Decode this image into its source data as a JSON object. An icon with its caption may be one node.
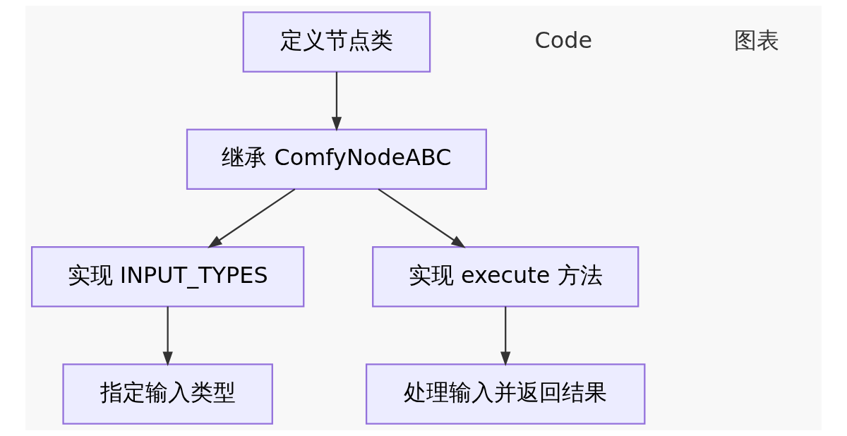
{
  "diagram": {
    "nodes": [
      {
        "text": [
          "定义节点类"
        ]
      },
      {
        "text": [
          "继承 ComfyNodeABC"
        ]
      },
      {
        "text": [
          "实现 INPUT_TYPES"
        ]
      },
      {
        "text": [
          "实现 execute 方法"
        ]
      },
      {
        "text": [
          "指定输入类型"
        ]
      },
      {
        "text": [
          "处理输入并返回结果"
        ]
      }
    ],
    "edges": [
      {
        "from": 0,
        "to": 1,
        "arrow": "to"
      },
      {
        "from": 1,
        "to": 2,
        "arrow": "to"
      },
      {
        "from": 1,
        "to": 3,
        "arrow": "to"
      },
      {
        "from": 2,
        "to": 4,
        "arrow": "to"
      },
      {
        "from": 3,
        "to": 5,
        "arrow": "to"
      }
    ],
    "labels": [
      "Code",
      "图表"
    ]
  }
}
